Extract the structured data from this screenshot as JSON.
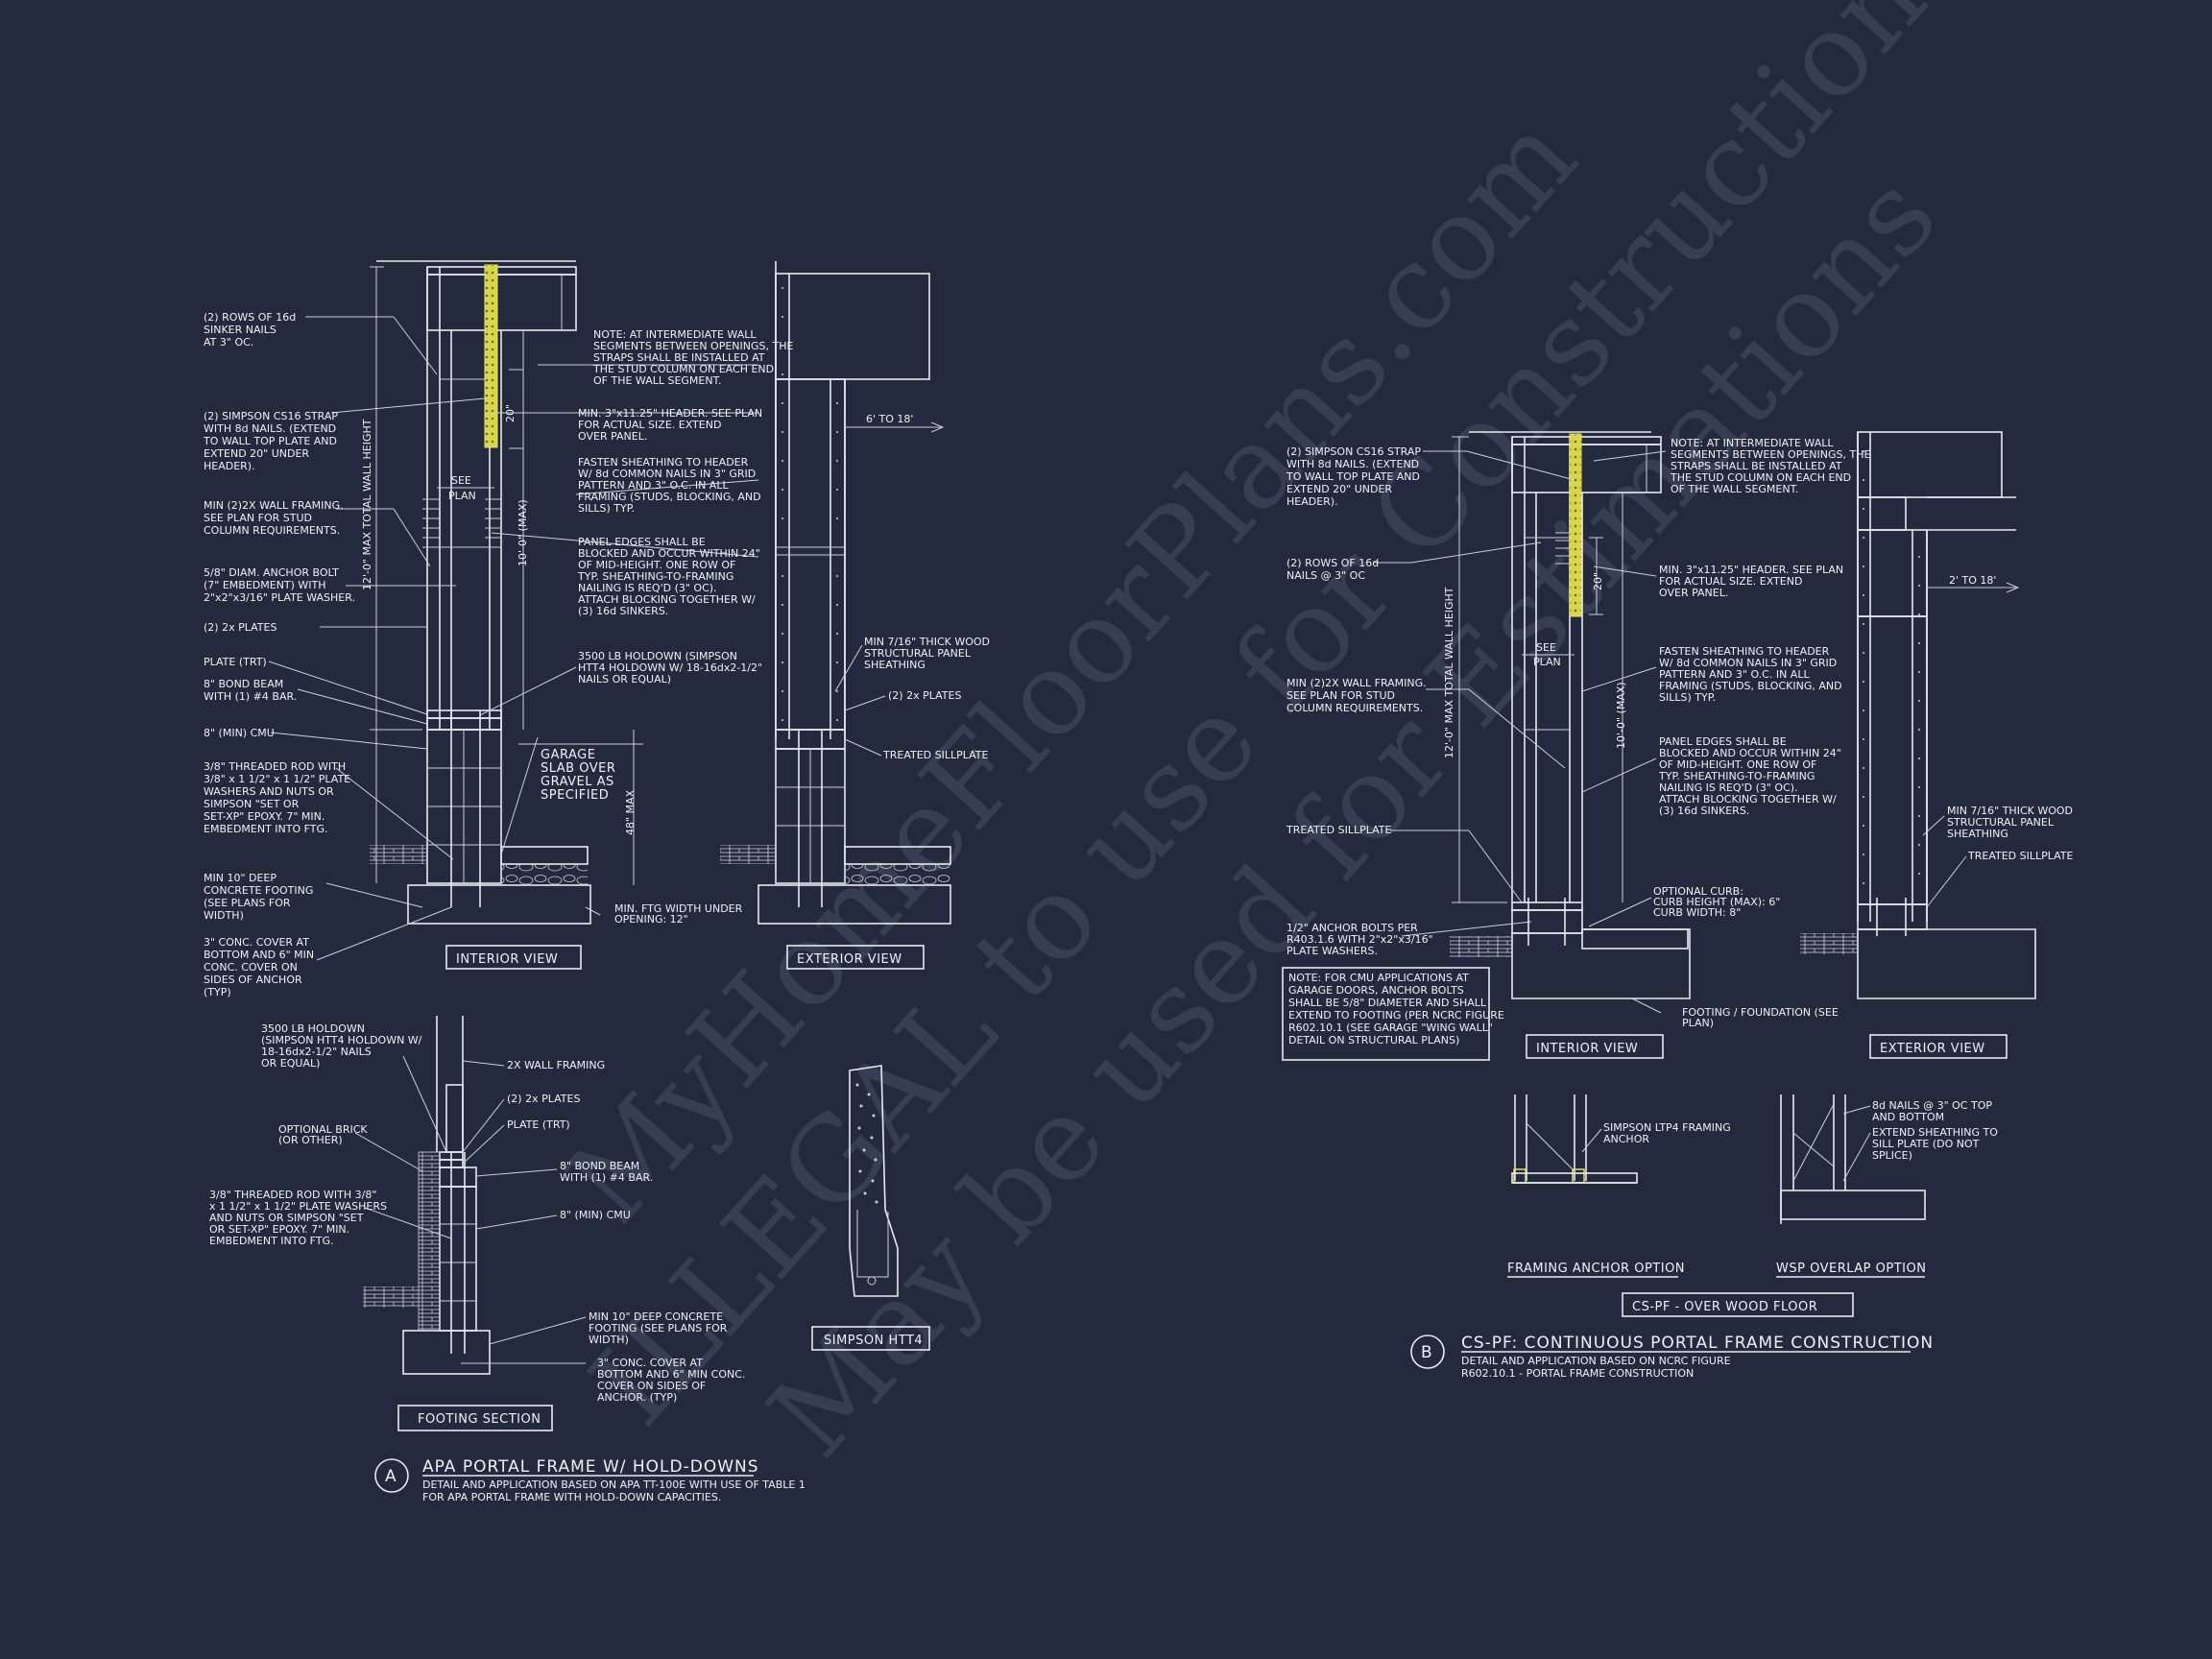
{
  "watermark": {
    "line1": "MyHomeFloorPlans.com",
    "line2": "ILLEGAL to use for Construction",
    "line3": "May be used for Estimations"
  },
  "detail_a": {
    "marker": "A",
    "title": "APA PORTAL FRAME W/ HOLD-DOWNS",
    "sub1": "DETAIL AND APPLICATION BASED ON APA TT-100E WITH USE OF TABLE 1",
    "sub2": "FOR APA PORTAL FRAME WITH HOLD-DOWN CAPACITIES.",
    "interior_view": "INTERIOR VIEW",
    "exterior_view": "EXTERIOR VIEW",
    "footing_section": "FOOTING SECTION",
    "simpson_htt4": "SIMPSON HTT4",
    "dims": {
      "total_height": "12'-0\" MAX TOTAL WALL HEIGHT",
      "max10": "10'-0\" (MAX)",
      "d20": "20\"",
      "d48": "48\" MAX",
      "span": "6' TO 18'"
    },
    "see_plan_1": "SEE",
    "see_plan_2": "PLAN",
    "left_notes": [
      [
        "(2) ROWS OF 16d",
        "SINKER NAILS",
        "AT 3\" OC."
      ],
      [
        "(2) SIMPSON CS16 STRAP",
        "WITH 8d NAILS. (EXTEND",
        "TO WALL TOP PLATE AND",
        "EXTEND 20\" UNDER",
        "HEADER)."
      ],
      [
        "MIN (2)2X WALL FRAMING.",
        "SEE PLAN FOR STUD",
        "COLUMN REQUIREMENTS."
      ],
      [
        "5/8\" DIAM. ANCHOR BOLT",
        "(7\" EMBEDMENT) WITH",
        "2\"x2\"x3/16\" PLATE WASHER."
      ],
      [
        "(2) 2x PLATES"
      ],
      [
        "PLATE (TRT)"
      ],
      [
        "8\" BOND BEAM",
        "WITH (1) #4 BAR."
      ],
      [
        "8\" (MIN) CMU"
      ],
      [
        "3/8\" THREADED ROD WITH",
        "3/8\" x 1 1/2\" x 1 1/2\" PLATE",
        "WASHERS AND NUTS OR",
        "SIMPSON \"SET OR",
        "SET-XP\" EPOXY.  7\" MIN.",
        "EMBEDMENT INTO FTG."
      ],
      [
        "MIN 10\" DEEP",
        "CONCRETE FOOTING",
        "(SEE PLANS FOR",
        "WIDTH)"
      ],
      [
        "3\" CONC. COVER AT",
        "BOTTOM AND 6\" MIN",
        "CONC. COVER ON",
        "SIDES OF ANCHOR",
        "(TYP)"
      ]
    ],
    "mid_notes": [
      [
        "NOTE: AT INTERMEDIATE WALL",
        "SEGMENTS BETWEEN OPENINGS, THE",
        "STRAPS SHALL BE INSTALLED AT",
        "THE STUD COLUMN ON EACH END",
        "OF THE WALL SEGMENT."
      ],
      [
        "MIN. 3\"x11.25\" HEADER. SEE PLAN",
        "FOR ACTUAL SIZE. EXTEND",
        "OVER PANEL."
      ],
      [
        "FASTEN SHEATHING TO HEADER",
        "W/ 8d COMMON NAILS IN 3\" GRID",
        "PATTERN AND 3\" O.C. IN ALL",
        "FRAMING (STUDS, BLOCKING, AND",
        "SILLS) TYP."
      ],
      [
        "PANEL EDGES SHALL BE",
        "BLOCKED AND OCCUR WITHIN 24\"",
        "OF MID-HEIGHT.  ONE ROW OF",
        "TYP. SHEATHING-TO-FRAMING",
        "NAILING IS REQ'D (3\" OC).",
        "ATTACH BLOCKING TOGETHER W/",
        "(3) 16d SINKERS."
      ],
      [
        "3500 LB HOLDOWN (SIMPSON",
        "HTT4 HOLDOWN W/ 18-16dx2-1/2\"",
        "NAILS OR EQUAL)"
      ],
      [
        "GARAGE",
        "SLAB OVER",
        "GRAVEL AS",
        "SPECIFIED"
      ],
      [
        "MIN. FTG WIDTH UNDER",
        "OPENING: 12\""
      ]
    ],
    "ext_notes": [
      [
        "MIN 7/16\" THICK WOOD",
        "STRUCTURAL PANEL",
        "SHEATHING"
      ],
      [
        "(2) 2x PLATES"
      ],
      [
        "TREATED SILLPLATE"
      ]
    ],
    "footing_notes": [
      [
        "3500 LB HOLDOWN",
        "(SIMPSON HTT4 HOLDOWN W/",
        "18-16dx2-1/2\" NAILS",
        "OR EQUAL)"
      ],
      [
        "2X WALL FRAMING"
      ],
      [
        "(2) 2x PLATES"
      ],
      [
        "PLATE (TRT)"
      ],
      [
        "OPTIONAL BRICK",
        "(OR OTHER)"
      ],
      [
        "8\" BOND BEAM",
        "WITH (1) #4 BAR."
      ],
      [
        "8\" (MIN) CMU"
      ],
      [
        "3/8\" THREADED ROD WITH 3/8\"",
        "x 1 1/2\" x 1 1/2\" PLATE WASHERS",
        "AND NUTS OR SIMPSON \"SET",
        "OR SET-XP\" EPOXY.  7\" MIN.",
        "EMBEDMENT INTO FTG."
      ],
      [
        "MIN 10\" DEEP CONCRETE",
        "FOOTING (SEE PLANS FOR",
        "WIDTH)"
      ],
      [
        "3\" CONC. COVER AT",
        "BOTTOM AND 6\" MIN CONC.",
        "COVER ON SIDES OF",
        "ANCHOR. (TYP)"
      ]
    ]
  },
  "detail_b": {
    "marker": "B",
    "title": "CS-PF: CONTINUOUS PORTAL FRAME CONSTRUCTION",
    "sub1": "DETAIL AND APPLICATION BASED ON NCRC FIGURE",
    "sub2": "R602.10.1 - PORTAL FRAME CONSTRUCTION",
    "interior_view": "INTERIOR VIEW",
    "exterior_view": "EXTERIOR VIEW",
    "framing_anchor": "FRAMING ANCHOR OPTION",
    "wsp_overlap": "WSP OVERLAP OPTION",
    "over_wood_floor": "CS-PF - OVER WOOD FLOOR",
    "dims": {
      "total_height": "12'-0\" MAX TOTAL WALL HEIGHT",
      "max10": "10'-0\" (MAX)",
      "d20": "20\"",
      "span": "2' TO 18'"
    },
    "see_plan_1": "SEE",
    "see_plan_2": "PLAN",
    "left_notes": [
      [
        "(2) SIMPSON CS16 STRAP",
        "WITH 8d NAILS. (EXTEND",
        "TO WALL TOP PLATE AND",
        "EXTEND 20\" UNDER",
        "HEADER)."
      ],
      [
        "(2) ROWS OF 16d",
        "NAILS @ 3\" OC"
      ],
      [
        "MIN (2)2X WALL FRAMING.",
        "SEE PLAN FOR STUD",
        "COLUMN REQUIREMENTS."
      ],
      [
        "TREATED SILLPLATE"
      ],
      [
        "1/2\" ANCHOR BOLTS PER",
        "R403.1.6 WITH 2\"x2\"x3/16\"",
        "PLATE WASHERS."
      ]
    ],
    "cmu_note": [
      "NOTE: FOR CMU APPLICATIONS AT",
      "GARAGE DOORS, ANCHOR BOLTS",
      "SHALL BE 5/8\" DIAMETER AND SHALL",
      "EXTEND TO FOOTING (PER NCRC FIGURE",
      "R602.10.1 (SEE GARAGE \"WING WALL\"",
      "DETAIL ON STRUCTURAL PLANS)"
    ],
    "mid_notes": [
      [
        "NOTE: AT INTERMEDIATE WALL",
        "SEGMENTS BETWEEN OPENINGS, THE",
        "STRAPS SHALL BE INSTALLED AT",
        "THE STUD COLUMN ON EACH END",
        "OF THE WALL SEGMENT."
      ],
      [
        "MIN. 3\"x11.25\" HEADER. SEE PLAN",
        "FOR ACTUAL SIZE. EXTEND",
        "OVER PANEL."
      ],
      [
        "FASTEN SHEATHING TO HEADER",
        "W/ 8d COMMON NAILS IN 3\" GRID",
        "PATTERN AND 3\" O.C. IN ALL",
        "FRAMING (STUDS, BLOCKING, AND",
        "SILLS) TYP."
      ],
      [
        "PANEL EDGES SHALL BE",
        "BLOCKED AND OCCUR WITHIN 24\"",
        "OF MID-HEIGHT.  ONE ROW OF",
        "TYP. SHEATHING-TO-FRAMING",
        "NAILING IS REQ'D (3\" OC).",
        "ATTACH BLOCKING TOGETHER W/",
        "(3) 16d SINKERS."
      ],
      [
        "OPTIONAL CURB:",
        "CURB HEIGHT (MAX): 6\"",
        "CURB WIDTH: 8\""
      ],
      [
        "FOOTING / FOUNDATION (SEE",
        "PLAN)"
      ]
    ],
    "ext_notes": [
      [
        "MIN 7/16\" THICK WOOD",
        "STRUCTURAL PANEL",
        "SHEATHING"
      ],
      [
        "TREATED SILLPLATE"
      ]
    ],
    "small_notes": [
      [
        "SIMPSON LTP4 FRAMING",
        "ANCHOR"
      ],
      [
        "8d NAILS @ 3\" OC TOP",
        "AND BOTTOM"
      ],
      [
        "EXTEND SHEATHING TO",
        "SILL PLATE (DO NOT",
        "SPLICE)"
      ]
    ]
  }
}
